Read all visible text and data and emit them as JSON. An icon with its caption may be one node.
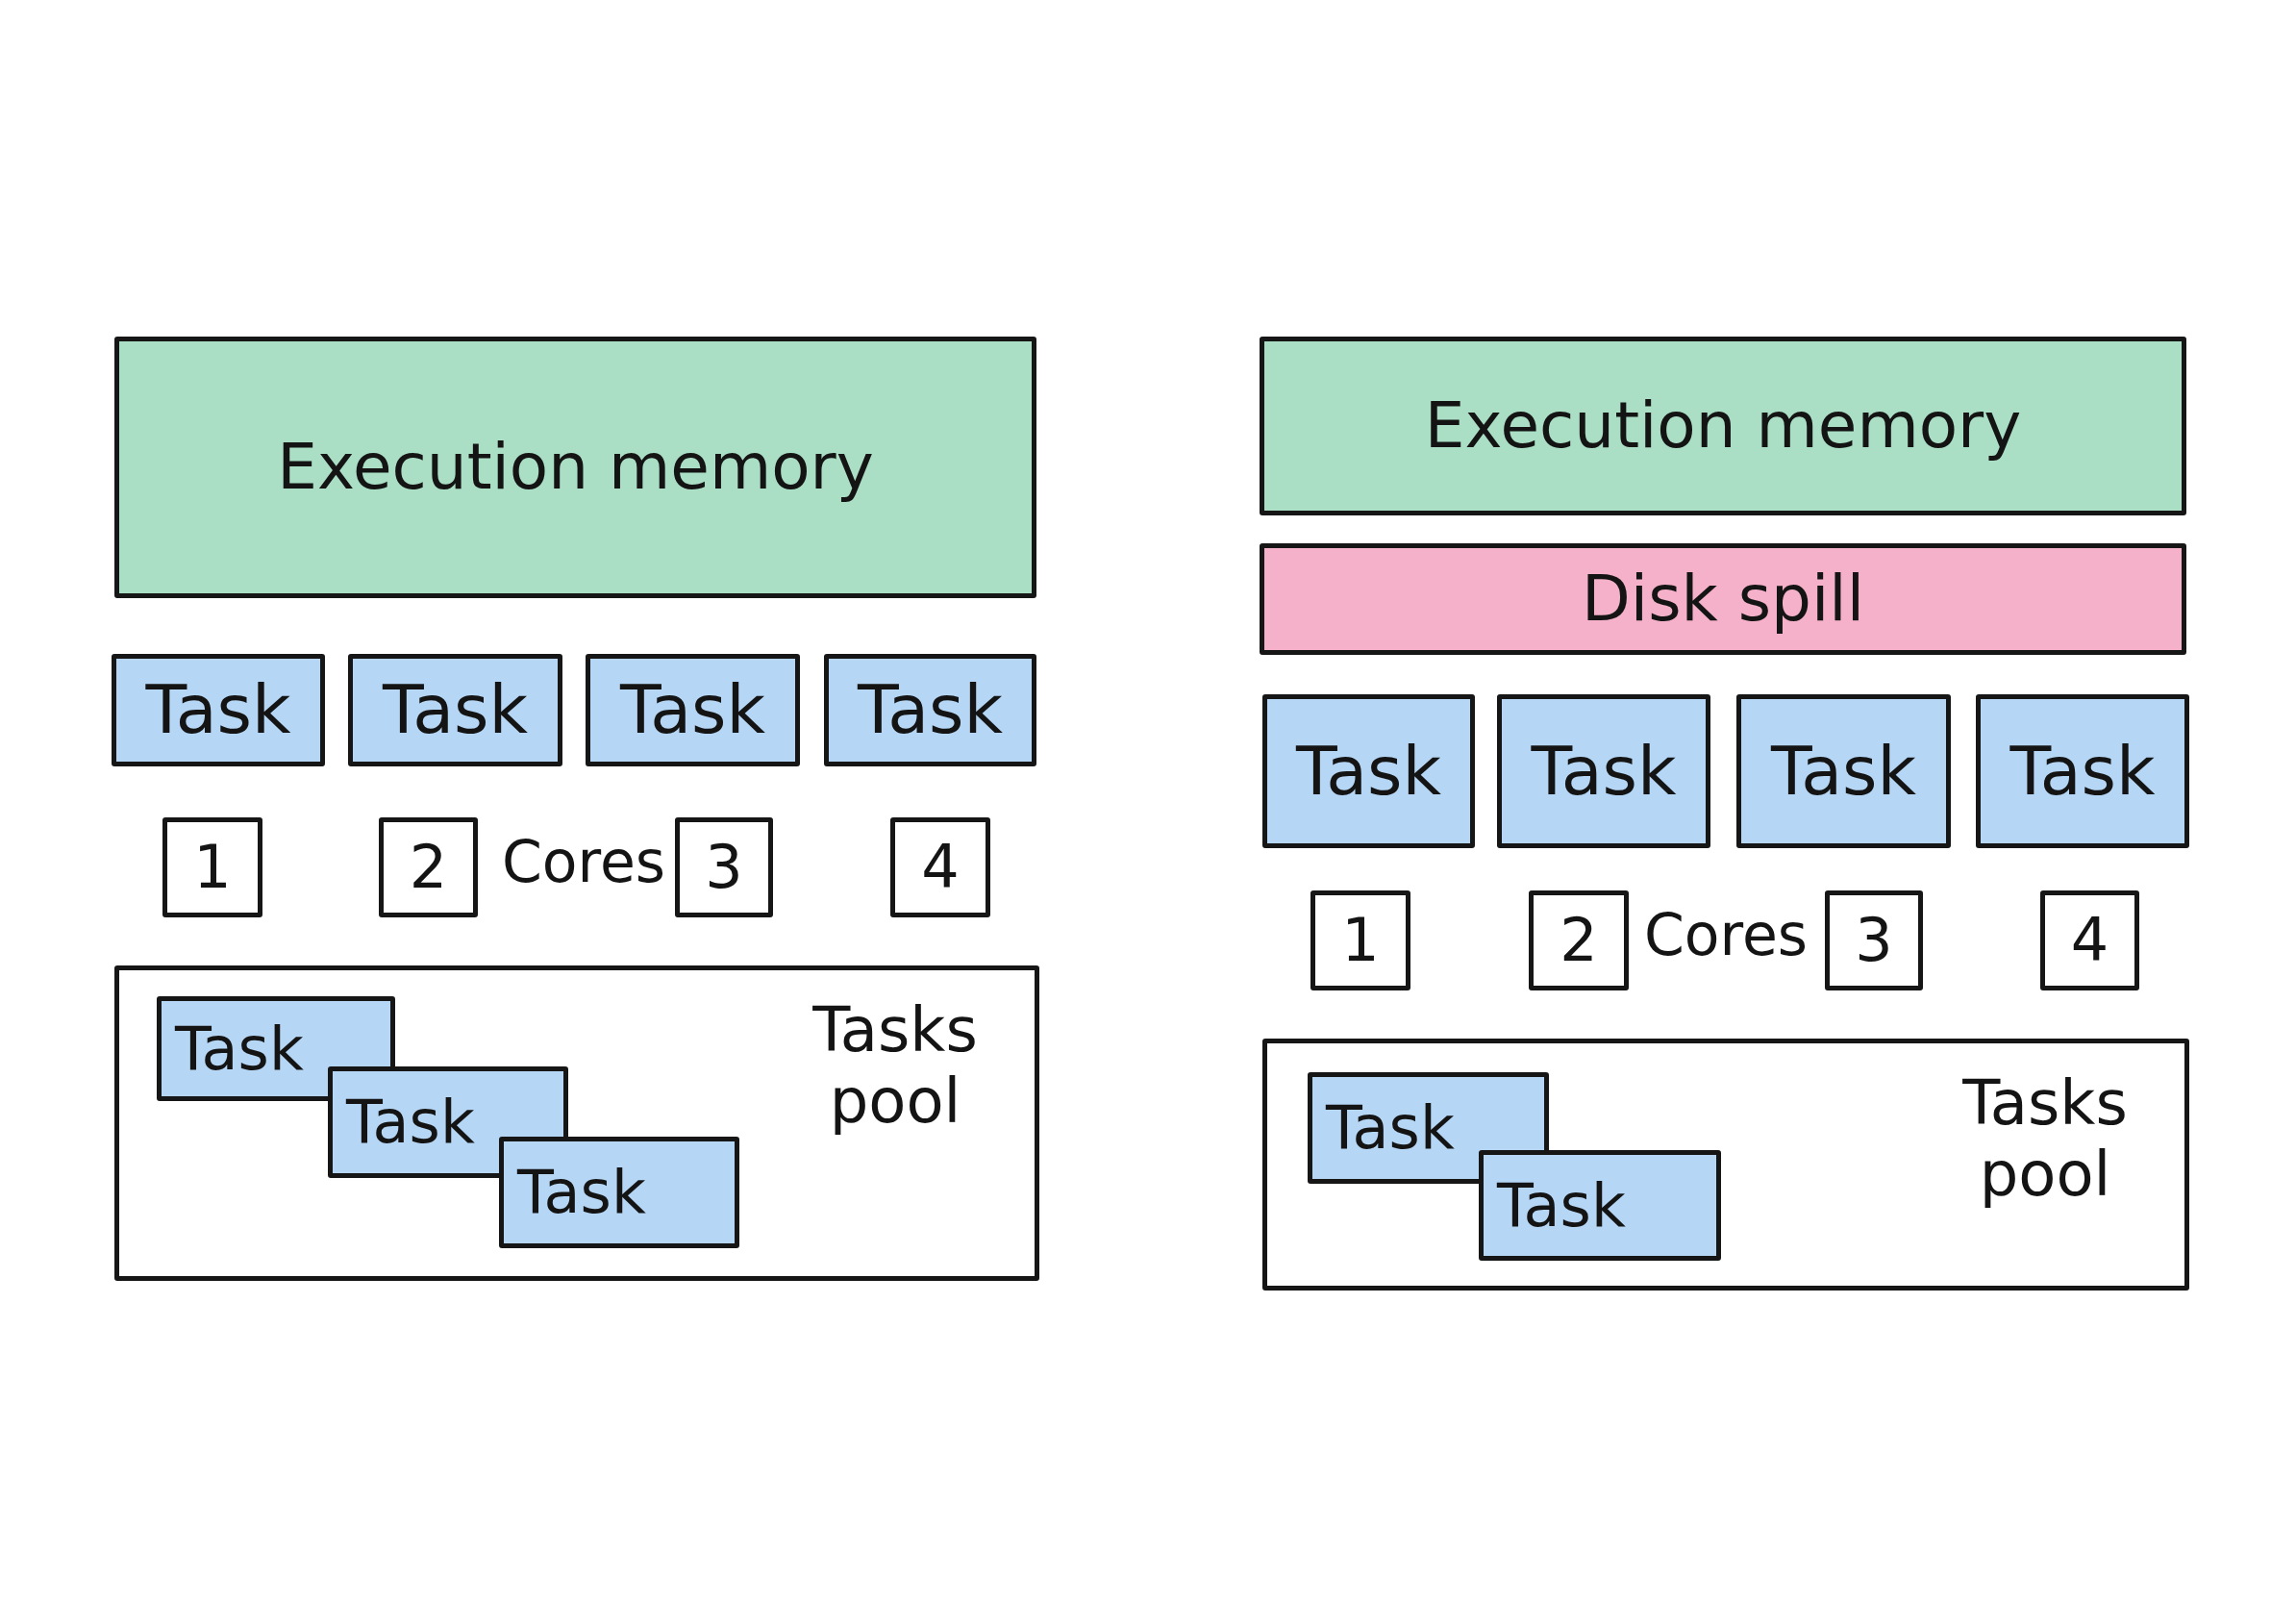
{
  "diagram": {
    "nodes": [
      {
        "text": [
          "Execution memory"
        ]
      },
      {
        "text": [
          "Task"
        ]
      },
      {
        "text": [
          "Task"
        ]
      },
      {
        "text": [
          "Task"
        ]
      },
      {
        "text": [
          "Task"
        ]
      },
      {
        "text": [
          "1"
        ]
      },
      {
        "text": [
          "2"
        ]
      },
      {
        "text": [
          "3"
        ]
      },
      {
        "text": [
          "4"
        ]
      },
      {
        "text": [
          "Tasks pool"
        ]
      },
      {
        "text": [
          "Task"
        ],
        "in": 9
      },
      {
        "text": [
          "Task"
        ],
        "in": 9
      },
      {
        "text": [
          "Task"
        ],
        "in": 9
      },
      {
        "text": [
          "Execution memory"
        ]
      },
      {
        "text": [
          "Disk spill"
        ]
      },
      {
        "text": [
          "Task"
        ]
      },
      {
        "text": [
          "Task"
        ]
      },
      {
        "text": [
          "Task"
        ]
      },
      {
        "text": [
          "Task"
        ]
      },
      {
        "text": [
          "1"
        ]
      },
      {
        "text": [
          "2"
        ]
      },
      {
        "text": [
          "3"
        ]
      },
      {
        "text": [
          "4"
        ]
      },
      {
        "text": [
          "Tasks pool"
        ]
      },
      {
        "text": [
          "Task"
        ],
        "in": 23
      },
      {
        "text": [
          "Task"
        ],
        "in": 23
      }
    ],
    "edges": [],
    "labels": [
      "Cores",
      "Cores"
    ]
  }
}
